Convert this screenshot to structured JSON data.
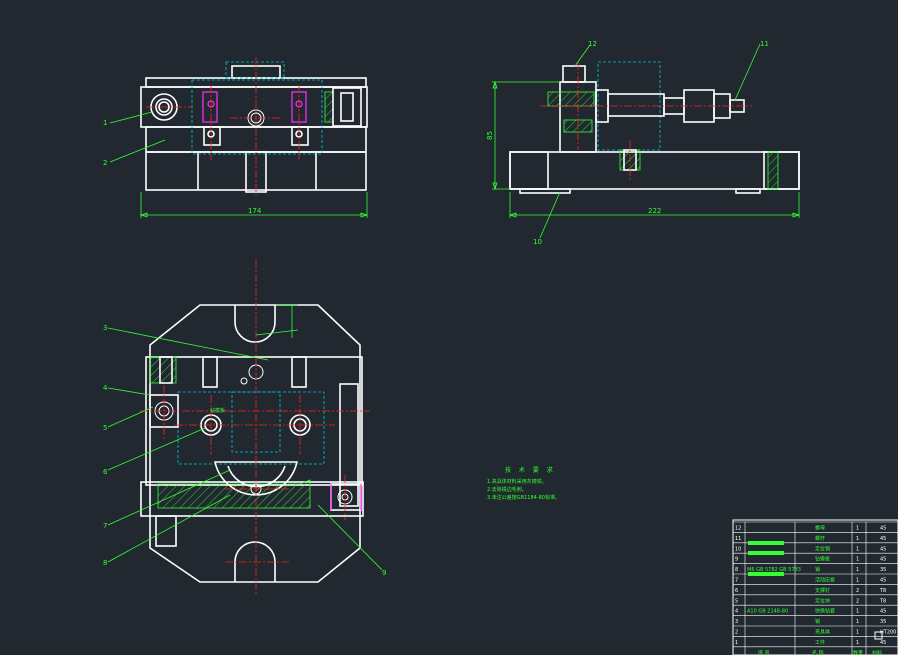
{
  "dimensions": {
    "top_width": "174",
    "side_width": "222",
    "side_height": "85"
  },
  "part_labels": [
    "1",
    "2",
    "3",
    "4",
    "5",
    "6",
    "7",
    "8",
    "9",
    "10",
    "11",
    "12"
  ],
  "technical_requirements": {
    "title": "技 术 要 求",
    "items": [
      "1.夹具体材料采用灰铸铁。",
      "2.去除锐边毛刺。",
      "3.未注公差按GB1184-80标准。"
    ]
  },
  "center_text": "钻模板",
  "bom": {
    "header": {
      "seq": "序 号",
      "name": "名 称",
      "qty": "数量",
      "mat": "材料"
    },
    "rows": [
      {
        "seq": "12",
        "std": "",
        "name": "螺母",
        "qty": "1",
        "mat": "45"
      },
      {
        "seq": "11",
        "std": "",
        "name": "螺杆",
        "qty": "1",
        "mat": "45"
      },
      {
        "seq": "10",
        "std": "",
        "name": "定位销",
        "qty": "1",
        "mat": "45"
      },
      {
        "seq": "9",
        "std": "",
        "name": "钻模板",
        "qty": "1",
        "mat": "45"
      },
      {
        "seq": "8",
        "std": "M6 GB 5782 GB 5783",
        "name": "销",
        "qty": "1",
        "mat": "35"
      },
      {
        "seq": "7",
        "std": "",
        "name": "活动压板",
        "qty": "1",
        "mat": "45"
      },
      {
        "seq": "6",
        "std": "",
        "name": "支撑钉",
        "qty": "2",
        "mat": "T8"
      },
      {
        "seq": "5",
        "std": "",
        "name": "定位块",
        "qty": "2",
        "mat": "T8"
      },
      {
        "seq": "4",
        "std": "A10 GB 2148-80",
        "name": "快换钻套",
        "qty": "1",
        "mat": "45"
      },
      {
        "seq": "3",
        "std": "",
        "name": "销",
        "qty": "1",
        "mat": "35"
      },
      {
        "seq": "2",
        "std": "",
        "name": "夹具体",
        "qty": "1",
        "mat": "HT200"
      },
      {
        "seq": "1",
        "std": "",
        "name": "工件",
        "qty": "1",
        "mat": "45"
      }
    ]
  }
}
